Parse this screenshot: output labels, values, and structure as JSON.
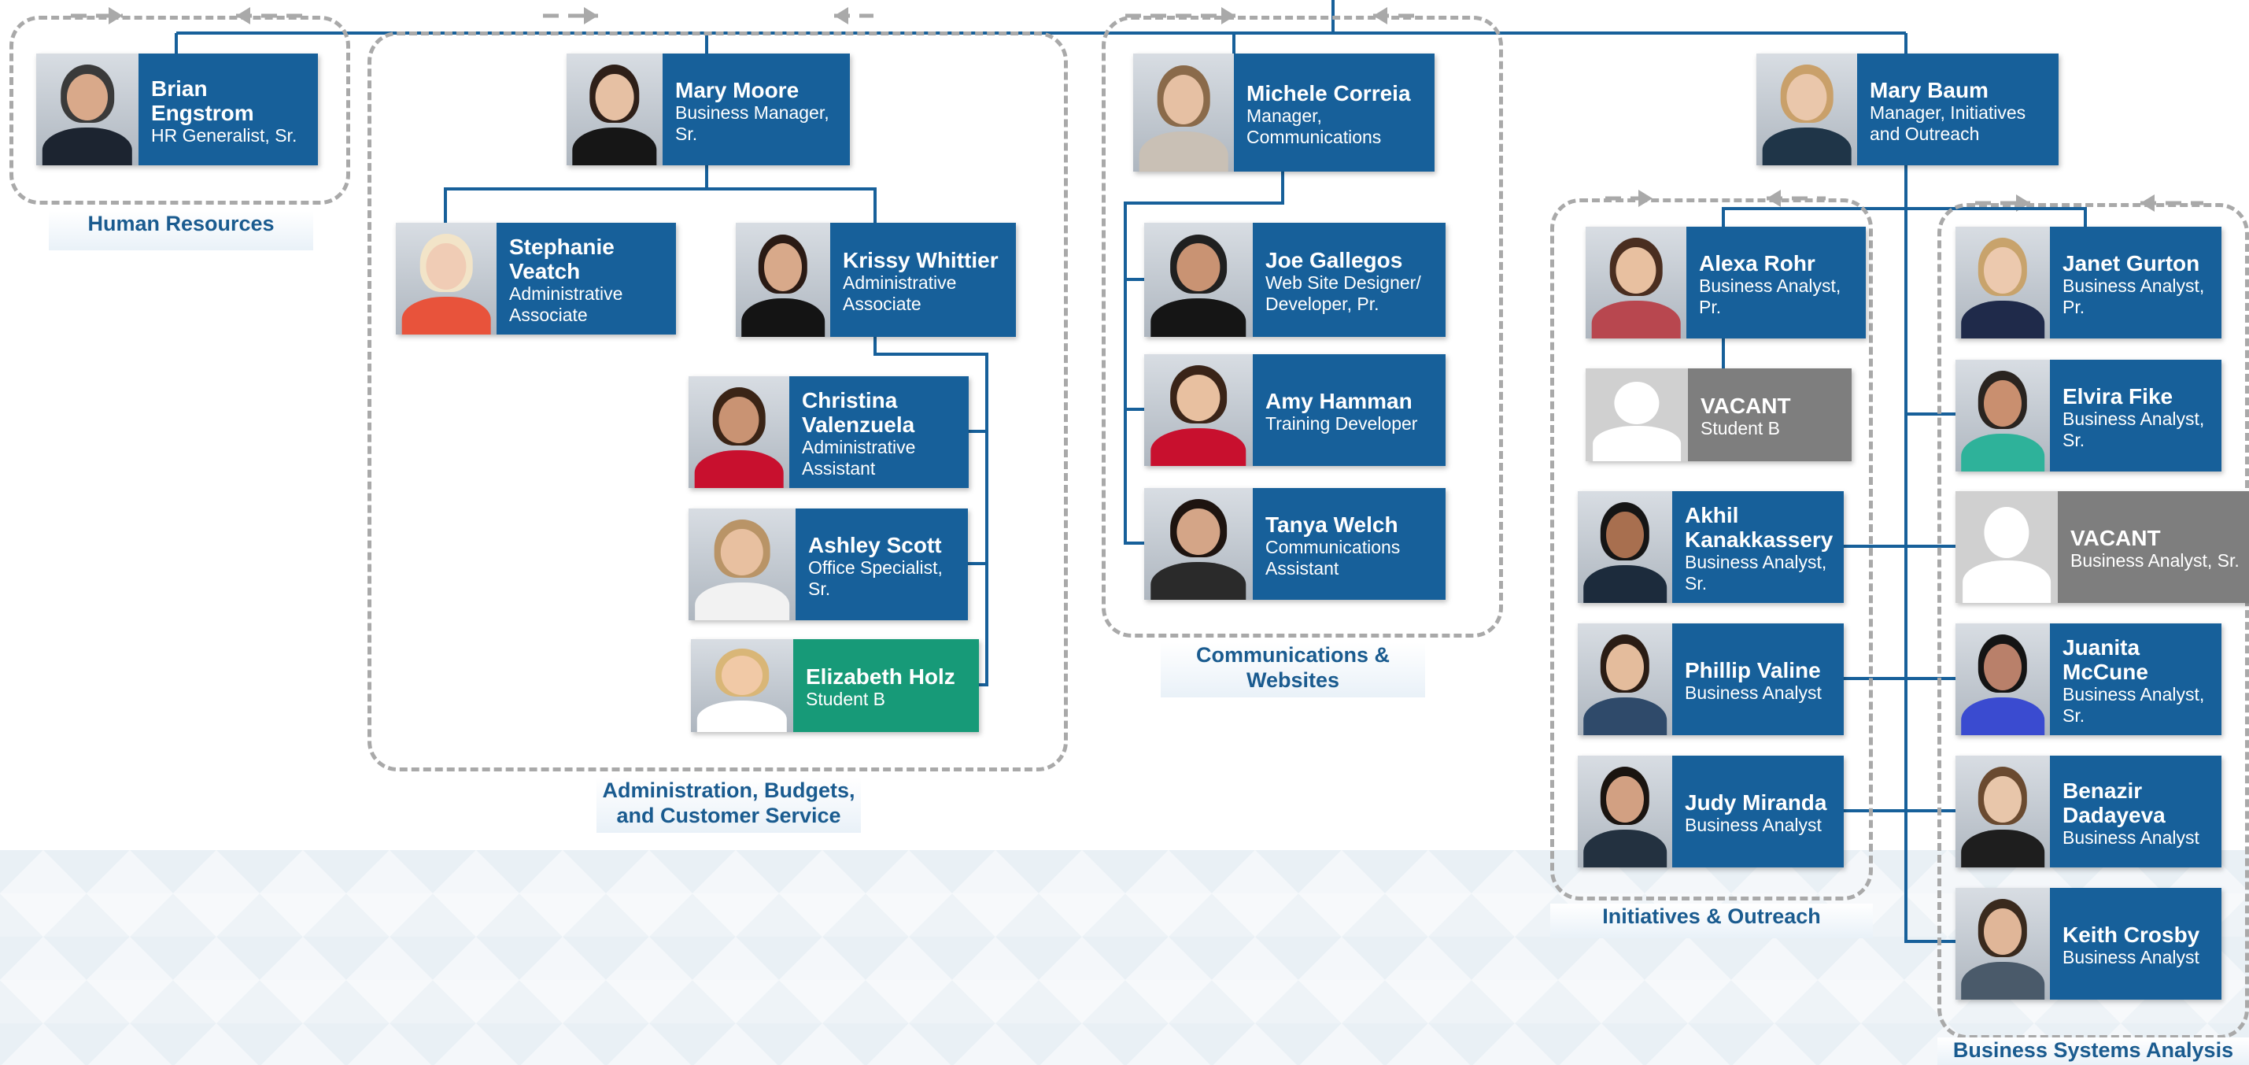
{
  "colors": {
    "card": "#17609a",
    "vacant_card": "#7e7e7e",
    "student_card": "#179a78",
    "connector": "#17609a",
    "group_border": "#a9a9a9",
    "group_label": "#1a5b8f"
  },
  "groups": [
    {
      "id": "hr",
      "label": "Human Resources"
    },
    {
      "id": "admin",
      "label": "Administration, Budgets, and Customer Service"
    },
    {
      "id": "comm",
      "label": "Communications & Websites"
    },
    {
      "id": "init",
      "label": "Initiatives & Outreach"
    },
    {
      "id": "bsa",
      "label": "Business Systems Analysis"
    }
  ],
  "people": [
    {
      "id": "brian",
      "name": "Brian Engstrom",
      "title": "HR Generalist, Sr."
    },
    {
      "id": "mary-moore",
      "name": "Mary Moore",
      "title": "Business Manager, Sr."
    },
    {
      "id": "stephanie",
      "name": "Stephanie Veatch",
      "title": "Administrative Associate"
    },
    {
      "id": "krissy",
      "name": "Krissy Whittier",
      "title": "Administrative Associate"
    },
    {
      "id": "christina",
      "name": "Christina Valenzuela",
      "title": "Administrative Assistant"
    },
    {
      "id": "ashley",
      "name": "Ashley Scott",
      "title": "Office Specialist, Sr."
    },
    {
      "id": "elizabeth",
      "name": "Elizabeth Holz",
      "title": "Student B",
      "type": "student"
    },
    {
      "id": "michele",
      "name": "Michele Correia",
      "title": "Manager, Communications"
    },
    {
      "id": "joe",
      "name": "Joe Gallegos",
      "title": "Web Site Designer/ Developer, Pr."
    },
    {
      "id": "amy",
      "name": "Amy Hamman",
      "title": "Training Developer"
    },
    {
      "id": "tanya",
      "name": "Tanya Welch",
      "title": "Communications Assistant"
    },
    {
      "id": "mary-baum",
      "name": "Mary Baum",
      "title": "Manager, Initiatives and Outreach"
    },
    {
      "id": "alexa",
      "name": "Alexa Rohr",
      "title": "Business Analyst, Pr."
    },
    {
      "id": "vacant-student",
      "name": "VACANT",
      "title": "Student B",
      "type": "vacant"
    },
    {
      "id": "akhil",
      "name": "Akhil Kanakkassery",
      "title": "Business Analyst, Sr."
    },
    {
      "id": "phillip",
      "name": "Phillip Valine",
      "title": "Business Analyst"
    },
    {
      "id": "judy",
      "name": "Judy Miranda",
      "title": "Business Analyst"
    },
    {
      "id": "janet",
      "name": "Janet Gurton",
      "title": "Business Analyst, Pr."
    },
    {
      "id": "elvira",
      "name": "Elvira Fike",
      "title": "Business Analyst, Sr."
    },
    {
      "id": "vacant-ba",
      "name": "VACANT",
      "title": "Business Analyst, Sr.",
      "type": "vacant"
    },
    {
      "id": "juanita",
      "name": "Juanita McCune",
      "title": "Business Analyst, Sr."
    },
    {
      "id": "benazir",
      "name": "Benazir Dadayeva",
      "title": "Business Analyst"
    },
    {
      "id": "keith",
      "name": "Keith Crosby",
      "title": "Business Analyst"
    }
  ]
}
